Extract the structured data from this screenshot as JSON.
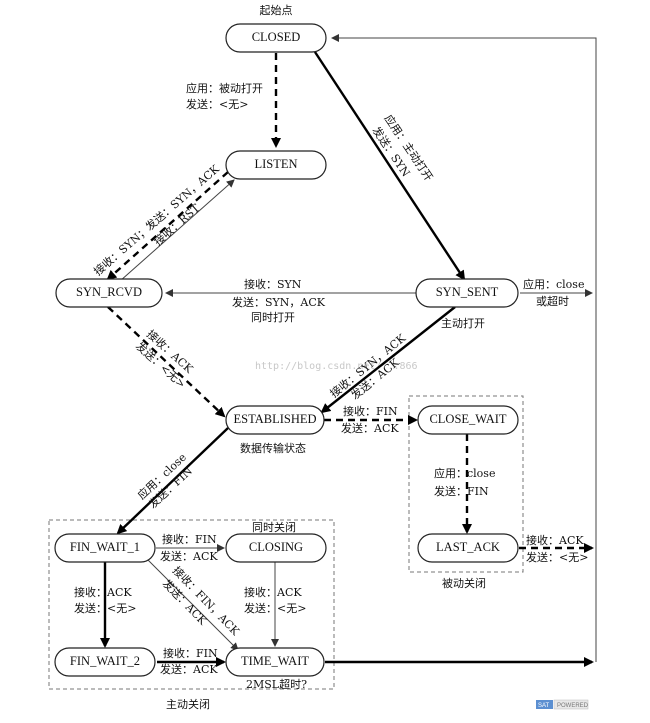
{
  "title": "起始点",
  "states": {
    "closed": "CLOSED",
    "listen": "LISTEN",
    "syn_rcvd": "SYN_RCVD",
    "syn_sent": "SYN_SENT",
    "established": "ESTABLISHED",
    "close_wait": "CLOSE_WAIT",
    "last_ack": "LAST_ACK",
    "fin_wait_1": "FIN_WAIT_1",
    "closing": "CLOSING",
    "fin_wait_2": "FIN_WAIT_2",
    "time_wait": "TIME_WAIT"
  },
  "labels": {
    "passive_open_1": "应用：被动打开",
    "passive_open_2": "发送：<无>",
    "active_open_1": "应用：主动打开",
    "active_open_2": "发送：SYN",
    "listen_rcv_syn": "接收：SYN；发送：SYN，ACK",
    "rcvd_rst": "接收：RST",
    "simul_1": "接收：SYN",
    "simul_2": "发送：SYN，ACK",
    "simul_3": "同时打开",
    "close_timeout_1": "应用：close",
    "close_timeout_2": "或超时",
    "active_open_note": "主动打开",
    "rcvd_ack_1": "接收：ACK",
    "rcvd_ack_2": "发送：<无>",
    "sent_synack_1": "接收：SYN，ACK",
    "sent_synack_2": "发送：ACK",
    "data_transfer": "数据传输状态",
    "est_fin_1": "接收：FIN",
    "est_fin_2": "发送：ACK",
    "cw_close_1": "应用：close",
    "cw_close_2": "发送：FIN",
    "passive_close": "被动关闭",
    "la_ack_1": "接收：ACK",
    "la_ack_2": "发送：<无>",
    "est_close_1": "应用：close",
    "est_close_2": "发送：FIN",
    "simul_close": "同时关闭",
    "fw1_fin_1": "接收：FIN",
    "fw1_fin_2": "发送：ACK",
    "fw1_finack_1": "接收：FIN，ACK",
    "fw1_finack_2": "发送：ACK",
    "fw1_ack_1": "接收：ACK",
    "fw1_ack_2": "发送：<无>",
    "closing_ack_1": "接收：ACK",
    "closing_ack_2": "发送：<无>",
    "fw2_fin_1": "接收：FIN",
    "fw2_fin_2": "发送：ACK",
    "msl": "2MSL超时?",
    "active_close": "主动关闭"
  },
  "watermark": "http://blog.csdn.net/...866",
  "badge": {
    "left": "SAT",
    "right": "POWERED"
  }
}
